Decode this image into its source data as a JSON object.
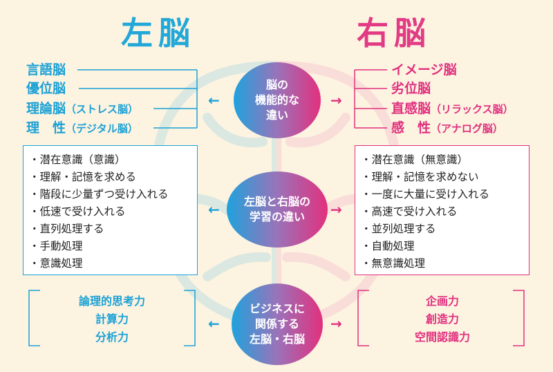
{
  "titles": {
    "left": "左脳",
    "right": "右脳"
  },
  "left": {
    "terms": [
      {
        "main": "言語脳",
        "sub": ""
      },
      {
        "main": "優位脳",
        "sub": ""
      },
      {
        "main": "理論脳",
        "sub": "（ストレス脳）"
      },
      {
        "main": "理　性",
        "sub": "（デジタル脳）"
      }
    ],
    "learning": [
      "・潜在意識（意識）",
      "・理解・記憶を求める",
      "・階段に少量ずつ受け入れる",
      "・低速で受け入れる",
      "・直列処理する",
      "・手動処理",
      "・意識処理"
    ],
    "skills": [
      "論理的思考力",
      "計算力",
      "分析力"
    ]
  },
  "right": {
    "terms": [
      {
        "main": "イメージ脳",
        "sub": ""
      },
      {
        "main": "劣位脳",
        "sub": ""
      },
      {
        "main": "直感脳",
        "sub": "（リラックス脳）"
      },
      {
        "main": "感　性",
        "sub": "（アナログ脳）"
      }
    ],
    "learning": [
      "・潜在意識（無意識）",
      "・理解・記憶を求めない",
      "・一度に大量に受け入れる",
      "・高速で受け入れる",
      "・並列処理する",
      "・自動処理",
      "・無意識処理"
    ],
    "skills": [
      "企画力",
      "創造力",
      "空間認識力"
    ]
  },
  "center": {
    "c1": [
      "脳の",
      "機能的な",
      "違い"
    ],
    "c2": [
      "左脳と右脳の",
      "学習の違い"
    ],
    "c3": [
      "ビジネスに",
      "関係する",
      "左脳・右脳"
    ]
  },
  "arrows": {
    "left": "←",
    "right": "→"
  },
  "colors": {
    "blue": "#1aa1d6",
    "pink": "#e0307e",
    "background": "#fdf3e1"
  },
  "icons": {
    "background": "brain-outline-icon"
  }
}
